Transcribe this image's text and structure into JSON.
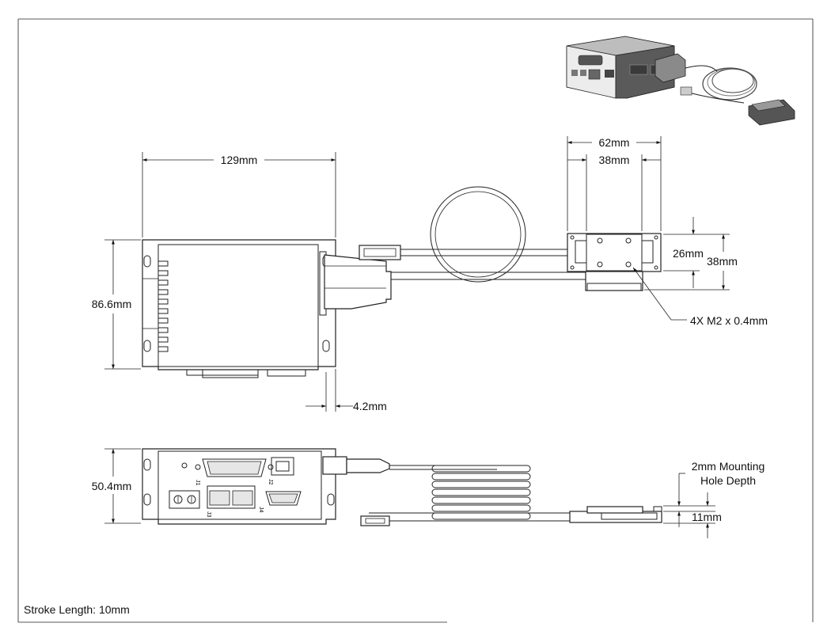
{
  "dimensions": {
    "top_width": "129mm",
    "top_height": "86.6mm",
    "flange_offset": "4.2mm",
    "actuator_width_outer": "62mm",
    "actuator_width_inner": "38mm",
    "actuator_height_inner": "26mm",
    "actuator_height_outer": "38mm",
    "mounting_holes": "4X M2 x 0.4mm",
    "side_height": "50.4mm",
    "mounting_depth_line1": "2mm Mounting",
    "mounting_depth_line2": "Hole Depth",
    "actuator_thickness": "11mm"
  },
  "connector_labels": {
    "j1": "J1",
    "j2": "J2",
    "j3": "J3",
    "j4": "J4"
  },
  "notes": {
    "stroke_length": "Stroke Length: 10mm"
  }
}
